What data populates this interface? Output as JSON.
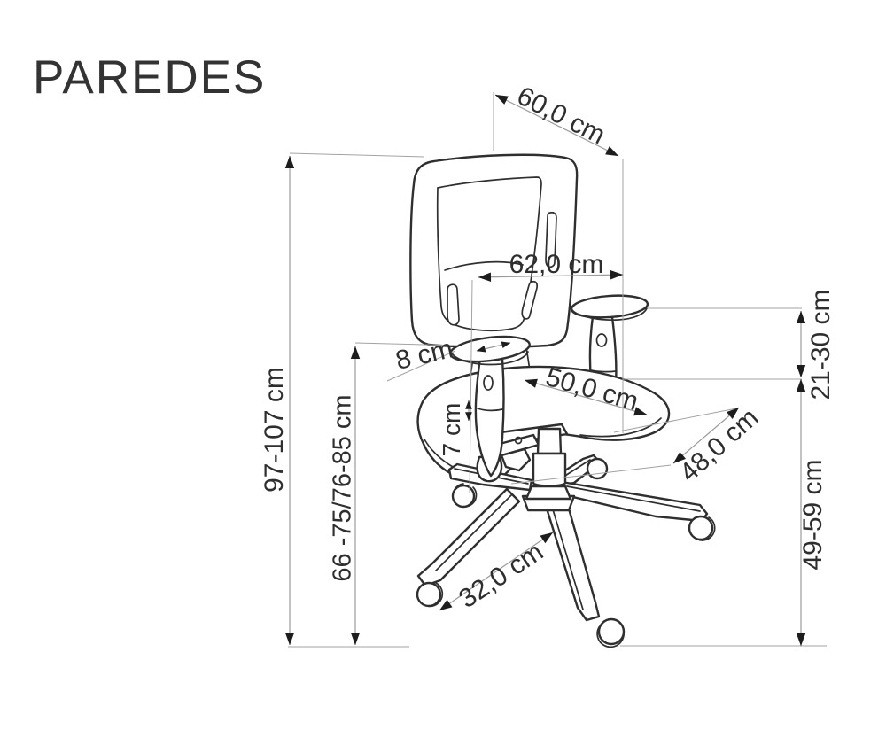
{
  "title": "PAREDES",
  "dimensions": {
    "backrest_diagonal": "60,0 cm",
    "backrest_width": "62,0 cm",
    "armrest_pad_width": "8 cm",
    "seat_width": "50,0 cm",
    "seat_depth": "48,0 cm",
    "armrest_to_seat_height": "21-30 cm",
    "seat_height_range": "49-59 cm",
    "total_height_range": "97-107 cm",
    "backrest_height_range": "66 -75/76-85 cm",
    "base_leg_length": "32,0 cm",
    "seat_cushion_thickness": "7 cm"
  }
}
